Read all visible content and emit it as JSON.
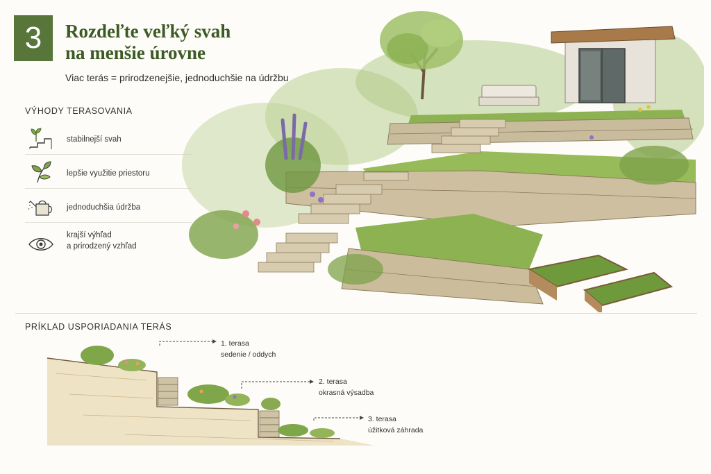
{
  "header": {
    "step_number": "3",
    "title_line1": "Rozdeľte veľký svah",
    "title_line2": "na menšie úrovne",
    "subtitle": "Viac terás = prirodzenejšie, jednoduchšie na údržbu"
  },
  "benefits": {
    "heading": "VÝHODY TERASOVANIA",
    "items": [
      {
        "icon": "terraced-seedling-icon",
        "label_line1": "stabilnejší svah",
        "label_line2": ""
      },
      {
        "icon": "leaves-icon",
        "label_line1": "lepšie využitie priestoru",
        "label_line2": ""
      },
      {
        "icon": "watering-can-icon",
        "label_line1": "jednoduchšia údržba",
        "label_line2": ""
      },
      {
        "icon": "eye-icon",
        "label_line1": "krajší výhľad",
        "label_line2": "a prirodzený vzhľad"
      }
    ]
  },
  "example": {
    "heading": "PRÍKLAD USPORIADANIA TERÁS",
    "terraces": [
      {
        "name": "1. terasa",
        "use": "sedenie / oddych"
      },
      {
        "name": "2. terasa",
        "use": "okrasná výsadba"
      },
      {
        "name": "3. terasa",
        "use": "úžitková záhrada"
      }
    ]
  },
  "colors": {
    "accent": "#58753a",
    "title": "#3c5a24",
    "stone": "#c9bc9d",
    "grass": "#7fa648",
    "soil": "#d9c9a3"
  }
}
